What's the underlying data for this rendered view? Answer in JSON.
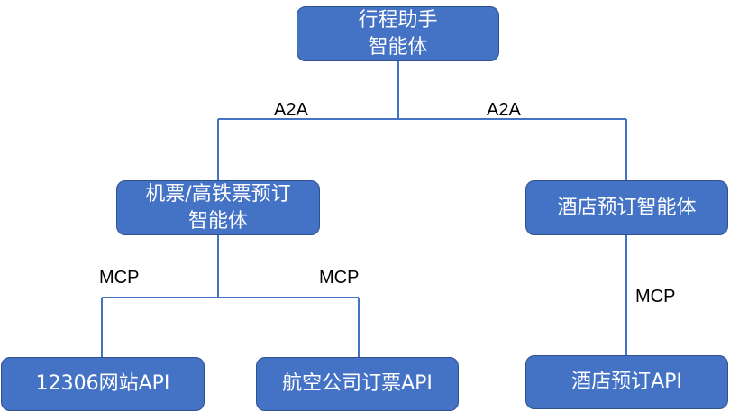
{
  "colors": {
    "node_fill": "#4472c4",
    "node_border": "#2f528f",
    "node_text": "#ffffff",
    "connector": "#4472c4"
  },
  "nodes": {
    "root": {
      "line1": "行程助手",
      "line2": "智能体"
    },
    "ticket_agent": {
      "line1": "机票/高铁票预订",
      "line2": "智能体"
    },
    "hotel_agent": {
      "label": "酒店预订智能体"
    },
    "api_12306": {
      "label": "12306网站API"
    },
    "airline_api": {
      "label": "航空公司订票API"
    },
    "hotel_api": {
      "label": "酒店预订API"
    }
  },
  "edges": {
    "root_to_ticket": "A2A",
    "root_to_hotel": "A2A",
    "ticket_to_12306": "MCP",
    "ticket_to_airline": "MCP",
    "hotel_to_api": "MCP"
  }
}
